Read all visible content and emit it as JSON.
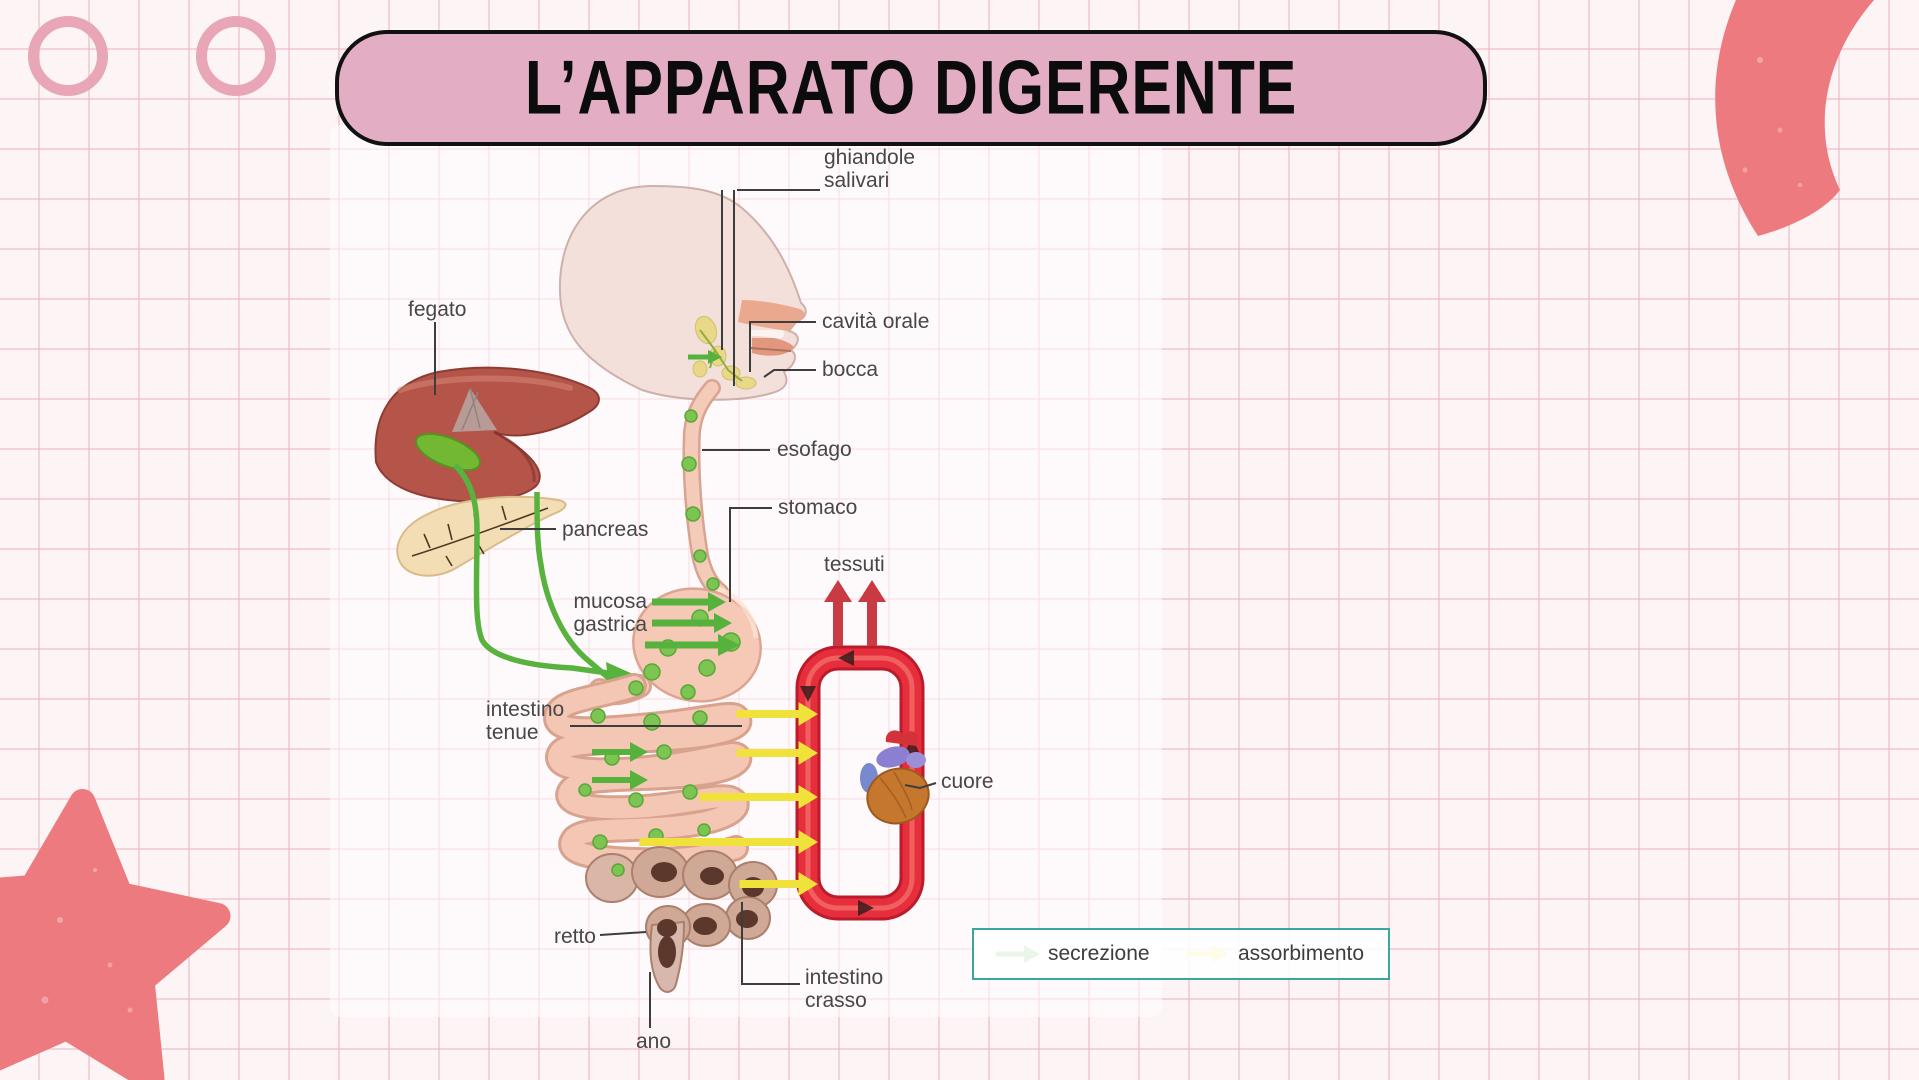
{
  "slide": {
    "title": "L’APPARATO DIGERENTE"
  },
  "diagram": {
    "labels": {
      "salivary_glands": [
        "ghiandole",
        "salivari"
      ],
      "oral_cavity": "cavità orale",
      "mouth": "bocca",
      "esophagus": "esofago",
      "stomach": "stomaco",
      "tissues": "tessuti",
      "liver": "fegato",
      "pancreas": "pancreas",
      "gastric_mucosa": [
        "mucosa",
        "gastrica"
      ],
      "small_intestine": [
        "intestino",
        "tenue"
      ],
      "heart": "cuore",
      "rectum": "retto",
      "large_intestine": [
        "intestino",
        "crasso"
      ],
      "anus": "ano"
    },
    "legend": {
      "secretion": "secrezione",
      "absorption": "assorbimento"
    },
    "colors": {
      "secretion_arrow": "#56b23c",
      "absorption_arrow": "#f0e23a",
      "blood_loop": "#e62e3c",
      "tissue_arrow": "#c93a42",
      "legend_border": "#3aa6a0",
      "banner_fill": "#e3aec3",
      "decoration_coral": "#ec7a7e",
      "decoration_ring": "#e9a6b6",
      "grid_line": "#eeb4c2"
    }
  }
}
